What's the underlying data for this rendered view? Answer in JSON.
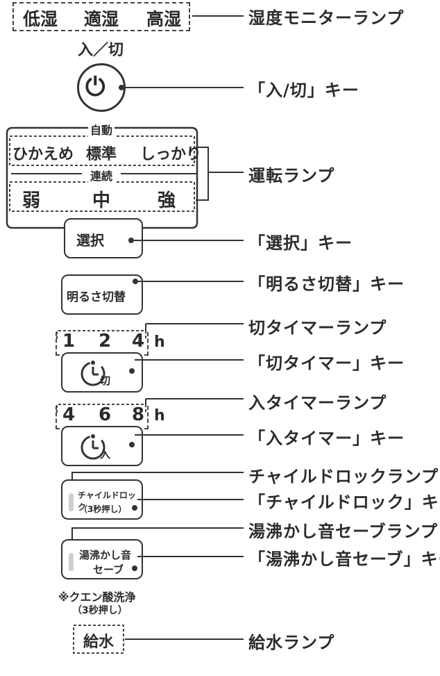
{
  "humidity_monitor": {
    "low": "低湿",
    "proper": "適湿",
    "high": "高湿"
  },
  "power": {
    "label": "入／切",
    "symbol": "⏻"
  },
  "operation_lamps": {
    "auto_header": "自動",
    "auto_modes": [
      "ひかえめ",
      "標準",
      "しっかり"
    ],
    "continuous_header": "連続",
    "continuous_modes": [
      "弱",
      "中",
      "強"
    ]
  },
  "select_key": {
    "label": "選択"
  },
  "brightness_key": {
    "label": "明るさ切替"
  },
  "off_timer": {
    "hours": [
      "1",
      "2",
      "4"
    ],
    "unit": "h",
    "key_badge": "切"
  },
  "on_timer": {
    "hours": [
      "4",
      "6",
      "8"
    ],
    "unit": "h",
    "key_badge": "入"
  },
  "child_lock": {
    "line1": "チャイルドロック",
    "line2": "（3秒押し）"
  },
  "boil_quiet": {
    "line1": "湯沸かし音",
    "line2": "セーブ"
  },
  "citric_note": {
    "line1": "※クエン酸洗浄",
    "line2": "（3秒押し）"
  },
  "water_lamp": {
    "label": "給水"
  },
  "callouts": {
    "humidity_monitor_lamp": "湿度モニターランプ",
    "power_key": "「入/切」キー",
    "operation_lamp": "運転ランプ",
    "select_key": "「選択」キー",
    "brightness_key": "「明るさ切替」キー",
    "off_timer_lamp": "切タイマーランプ",
    "off_timer_key": "「切タイマー」キー",
    "on_timer_lamp": "入タイマーランプ",
    "on_timer_key": "「入タイマー」キー",
    "child_lock_lamp": "チャイルドロックランプ",
    "child_lock_key": "「チャイルドロック」キー",
    "boil_quiet_lamp": "湯沸かし音セーブランプ",
    "boil_quiet_key": "「湯沸かし音セーブ」キー",
    "water_lamp": "給水ランプ"
  }
}
